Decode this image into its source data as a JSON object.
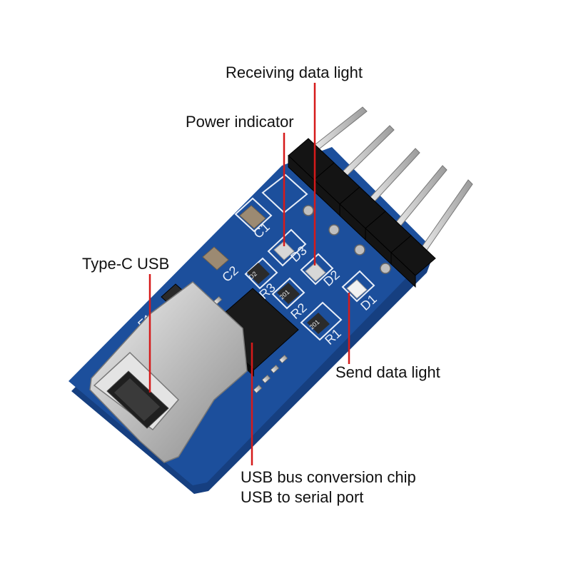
{
  "labels": {
    "receiving_data_light": "Receiving data light",
    "power_indicator": "Power indicator",
    "type_c_usb": "Type-C USB",
    "send_data_light": "Send data light",
    "chip_line1": "USB bus conversion chip",
    "chip_line2": "USB to serial port"
  },
  "silkscreen": {
    "c1": "C1",
    "c2": "C2",
    "d1": "D1",
    "d2": "D2",
    "d3": "D3",
    "r1": "R1",
    "r2": "R2",
    "r3": "R3",
    "f1": "F1",
    "resistor_code": "201",
    "diode_code": "D2"
  },
  "colors": {
    "pcb": "#1c4f9c",
    "pcb_edge": "#163f80",
    "silk": "#e8eef8",
    "pin_gold": "#c9c9c9",
    "header_black": "#141414",
    "chip_black": "#1a1a1a",
    "callout_line": "#d61a1a",
    "connector_metal": "#d8d8d8"
  }
}
